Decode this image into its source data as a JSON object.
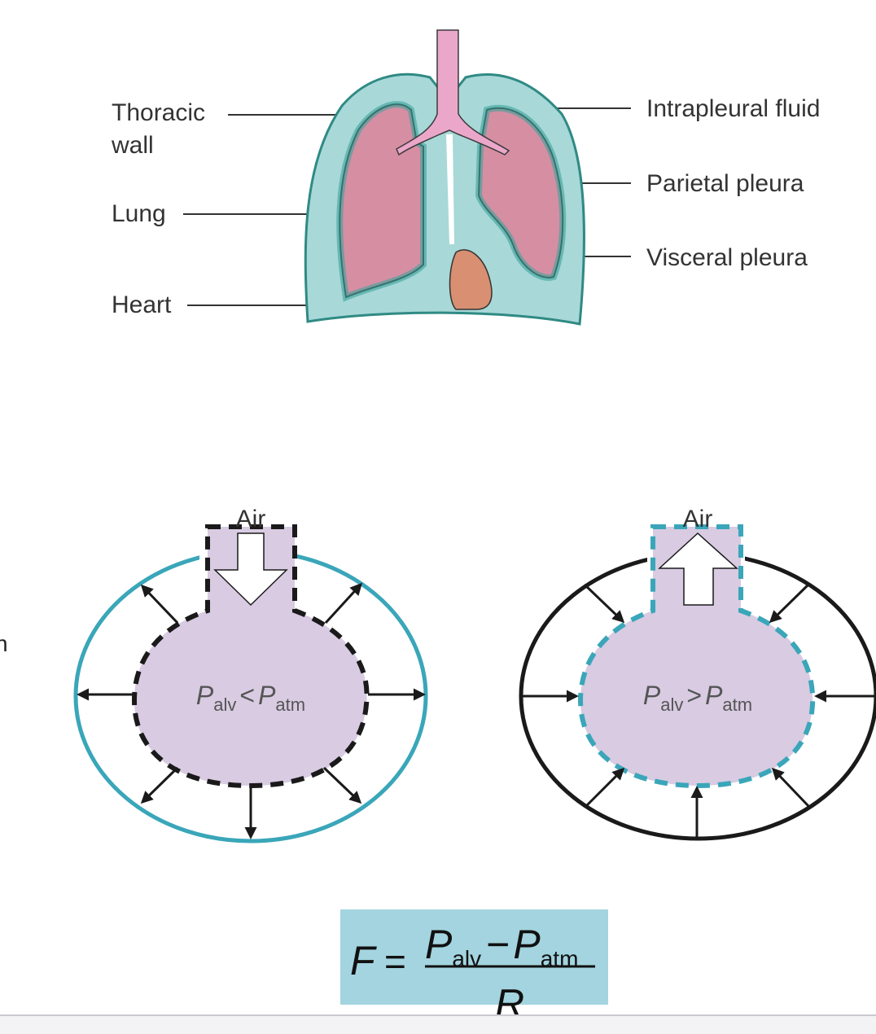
{
  "lung_diagram": {
    "labels_left": [
      "Thoracic\nwall",
      "Lung",
      "Heart"
    ],
    "labels_right": [
      "Intrapleural fluid",
      "Parietal pleura",
      "Visceral pleura"
    ],
    "colors": {
      "pleura_fill": "#a8d8d8",
      "pleura_stroke": "#3aa39b",
      "lung_fill": "#d68ea3",
      "trachea_fill": "#eba7c9",
      "heart_fill": "#d88f72"
    }
  },
  "alveoli": [
    {
      "id": "inspiration",
      "air_label": "Air",
      "relation_label": {
        "P1": "P",
        "sub1": "alv",
        "op": "<",
        "P2": "P",
        "sub2": "atm"
      },
      "air_direction": "in",
      "outer_color": "#3aa6b9",
      "inner_color": "#1a1a1a"
    },
    {
      "id": "expiration",
      "air_label": "Air",
      "relation_label": {
        "P1": "P",
        "sub1": "alv",
        "op": ">",
        "P2": "P",
        "sub2": "atm"
      },
      "air_direction": "out",
      "outer_color": "#1a1a1a",
      "inner_color": "#3aa6b9"
    }
  ],
  "formula": {
    "lhs": "F",
    "eq": "=",
    "num_P1": "P",
    "num_sub1": "alv",
    "minus": "−",
    "num_P2": "P",
    "num_sub2": "atm",
    "den": "R",
    "bg_color": "#a3d4e0"
  },
  "edge_text": "n"
}
